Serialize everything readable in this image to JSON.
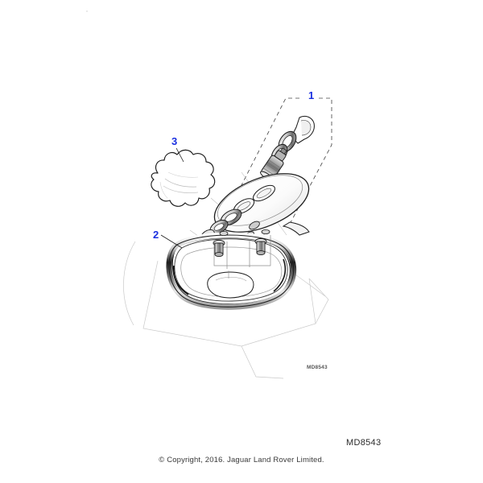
{
  "document": {
    "type": "exploded-parts-diagram",
    "sheet_code_main": "MD8543",
    "sheet_code_inline": "MD8543",
    "copyright": "© Copyright, 2016. Jaguar Land Rover Limited.",
    "background_color": "#ffffff",
    "line_color": "#1a1a1a",
    "callout_color": "#1a30e0"
  },
  "callouts": [
    {
      "id": "1",
      "label": "1",
      "part": "cigar-lighter-socket-assembly",
      "has_dashed_bracket": true
    },
    {
      "id": "2",
      "label": "2",
      "part": "chrome-bezel-finisher-ring",
      "has_dashed_bracket": false
    },
    {
      "id": "3",
      "label": "3",
      "part": "cloth-trim-cover",
      "has_dashed_bracket": false
    }
  ],
  "components": [
    {
      "name": "lighter-element-body"
    },
    {
      "name": "retaining-ring-outer"
    },
    {
      "name": "retaining-ring-inner"
    },
    {
      "name": "socket-lever-arm"
    },
    {
      "name": "oval-trim-panel"
    },
    {
      "name": "console-surround-body"
    },
    {
      "name": "chrome-bezel-ring"
    },
    {
      "name": "fixing-screw-left"
    },
    {
      "name": "fixing-screw-right"
    },
    {
      "name": "cloth-blob"
    }
  ]
}
